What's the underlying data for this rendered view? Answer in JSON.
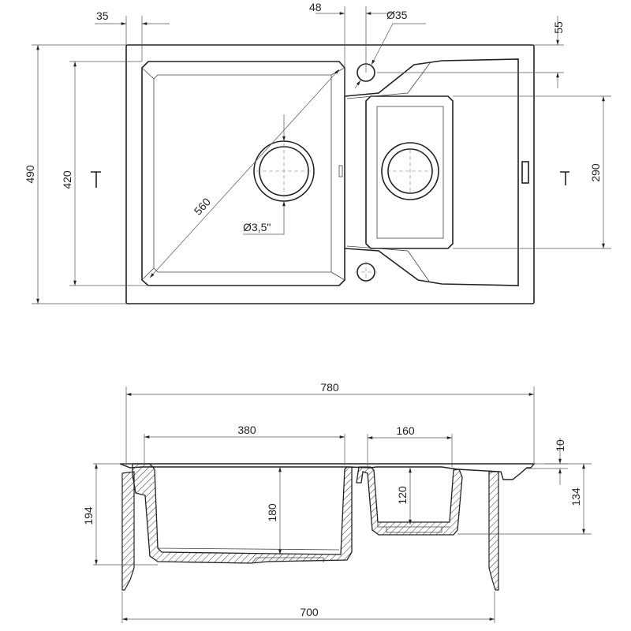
{
  "top_view": {
    "dims": {
      "left_offset": "35",
      "bowl_gap": "48",
      "tap_hole_diameter": "Ø35",
      "tap_hole_offset": "55",
      "overall_depth": "490",
      "left_bowl_depth": "420",
      "left_bowl_diagonal": "560",
      "drain_size": "Ø3,5\"",
      "small_bowl_depth": "290"
    }
  },
  "side_view": {
    "dims": {
      "overall_width": "780",
      "left_bowl_width": "380",
      "small_bowl_width": "160",
      "rim_thickness": "10",
      "small_bowl_total_depth": "134",
      "total_depth": "194",
      "left_bowl_depth": "180",
      "small_bowl_depth": "120",
      "cabinet_width": "700"
    }
  }
}
